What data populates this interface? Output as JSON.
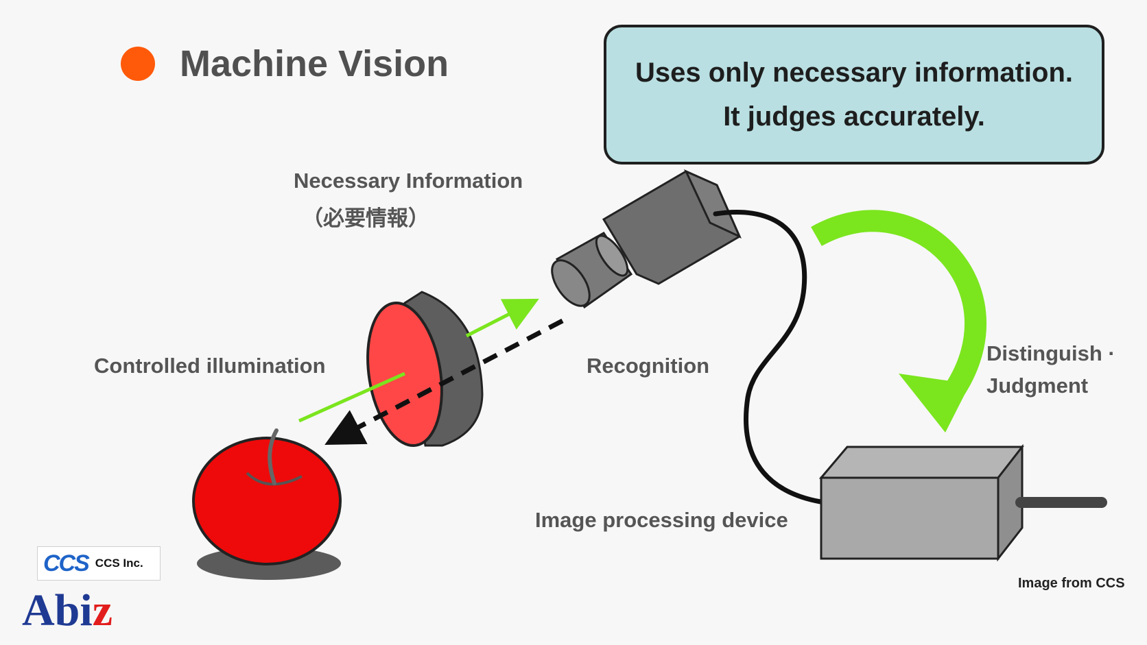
{
  "title": "Machine Vision",
  "callout": {
    "line1": "Uses only necessary information.",
    "line2": "It judges accurately."
  },
  "labels": {
    "necessary_info": "Necessary Information",
    "necessary_info_jp": "（必要情報）",
    "controlled_illumination": "Controlled illumination",
    "recognition": "Recognition",
    "distinguish": "Distinguish ·",
    "judgment": "Judgment",
    "image_processing_device": "Image processing device"
  },
  "credit": "Image from CCS",
  "logos": {
    "ccs_mark": "CCS",
    "ccs_name": "CCS Inc.",
    "abiz_main": "Abi",
    "abiz_z": "z"
  },
  "colors": {
    "title_dot": "#ff5a0a",
    "callout_bg": "#b9dfe2",
    "green_arrow": "#7be51e",
    "apple_red": "#ee0a0a",
    "filter_red": "#ff4747",
    "device_gray": "#a9a9a9",
    "camera_gray": "#6e6e6e"
  },
  "icons": [
    "apple-icon",
    "light-filter-icon",
    "camera-icon",
    "image-processor-icon",
    "curved-arrow-icon"
  ]
}
